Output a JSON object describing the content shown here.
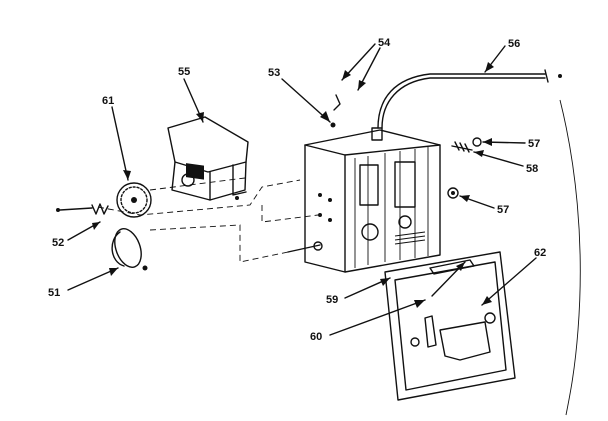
{
  "labels": {
    "l51": "51",
    "l52": "52",
    "l53": "53",
    "l54": "54",
    "l55": "55",
    "l56": "56",
    "l57a": "57",
    "l57b": "57",
    "l58": "58",
    "l59": "59",
    "l60": "60",
    "l61": "61",
    "l62": "62"
  },
  "colors": {
    "ink": "#111111",
    "background": "#ffffff"
  }
}
